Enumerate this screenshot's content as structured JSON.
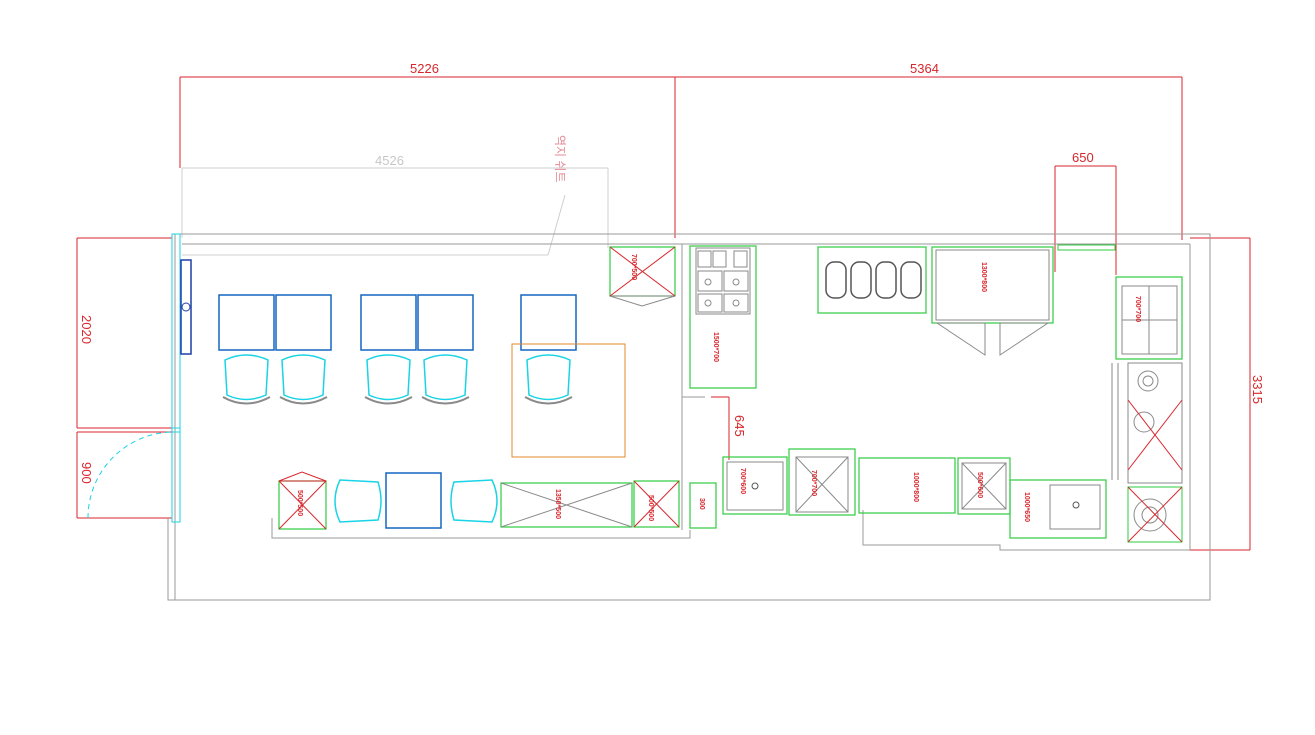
{
  "colors": {
    "dimension": "#d8262c",
    "wall": "#9a9a9a",
    "equipment": "#2ecc40",
    "chair": "#19d3e6",
    "table": "#1565c0",
    "area": "#e08a2a"
  },
  "dimensions": {
    "top_left_width": "5226",
    "top_right_width": "5364",
    "inner_width": "4526",
    "counter_650": "650",
    "left_height": "2020",
    "door_width": "900",
    "right_height": "3315",
    "passage_645": "645"
  },
  "labels": {
    "seat_note": "역지 쉬트",
    "shelf_unit": "700*500",
    "fridge_main": "1300*800",
    "work_table": "1500*700",
    "counter_1": "1350*500",
    "small_unit": "500*500",
    "sink_1": "700*600",
    "sink_2": "700*700",
    "prep_table": "1000*800",
    "small_sink": "500*600",
    "long_sink": "1000*650",
    "range_unit": "700*700",
    "small_box": "300",
    "round_table": "500*500"
  }
}
